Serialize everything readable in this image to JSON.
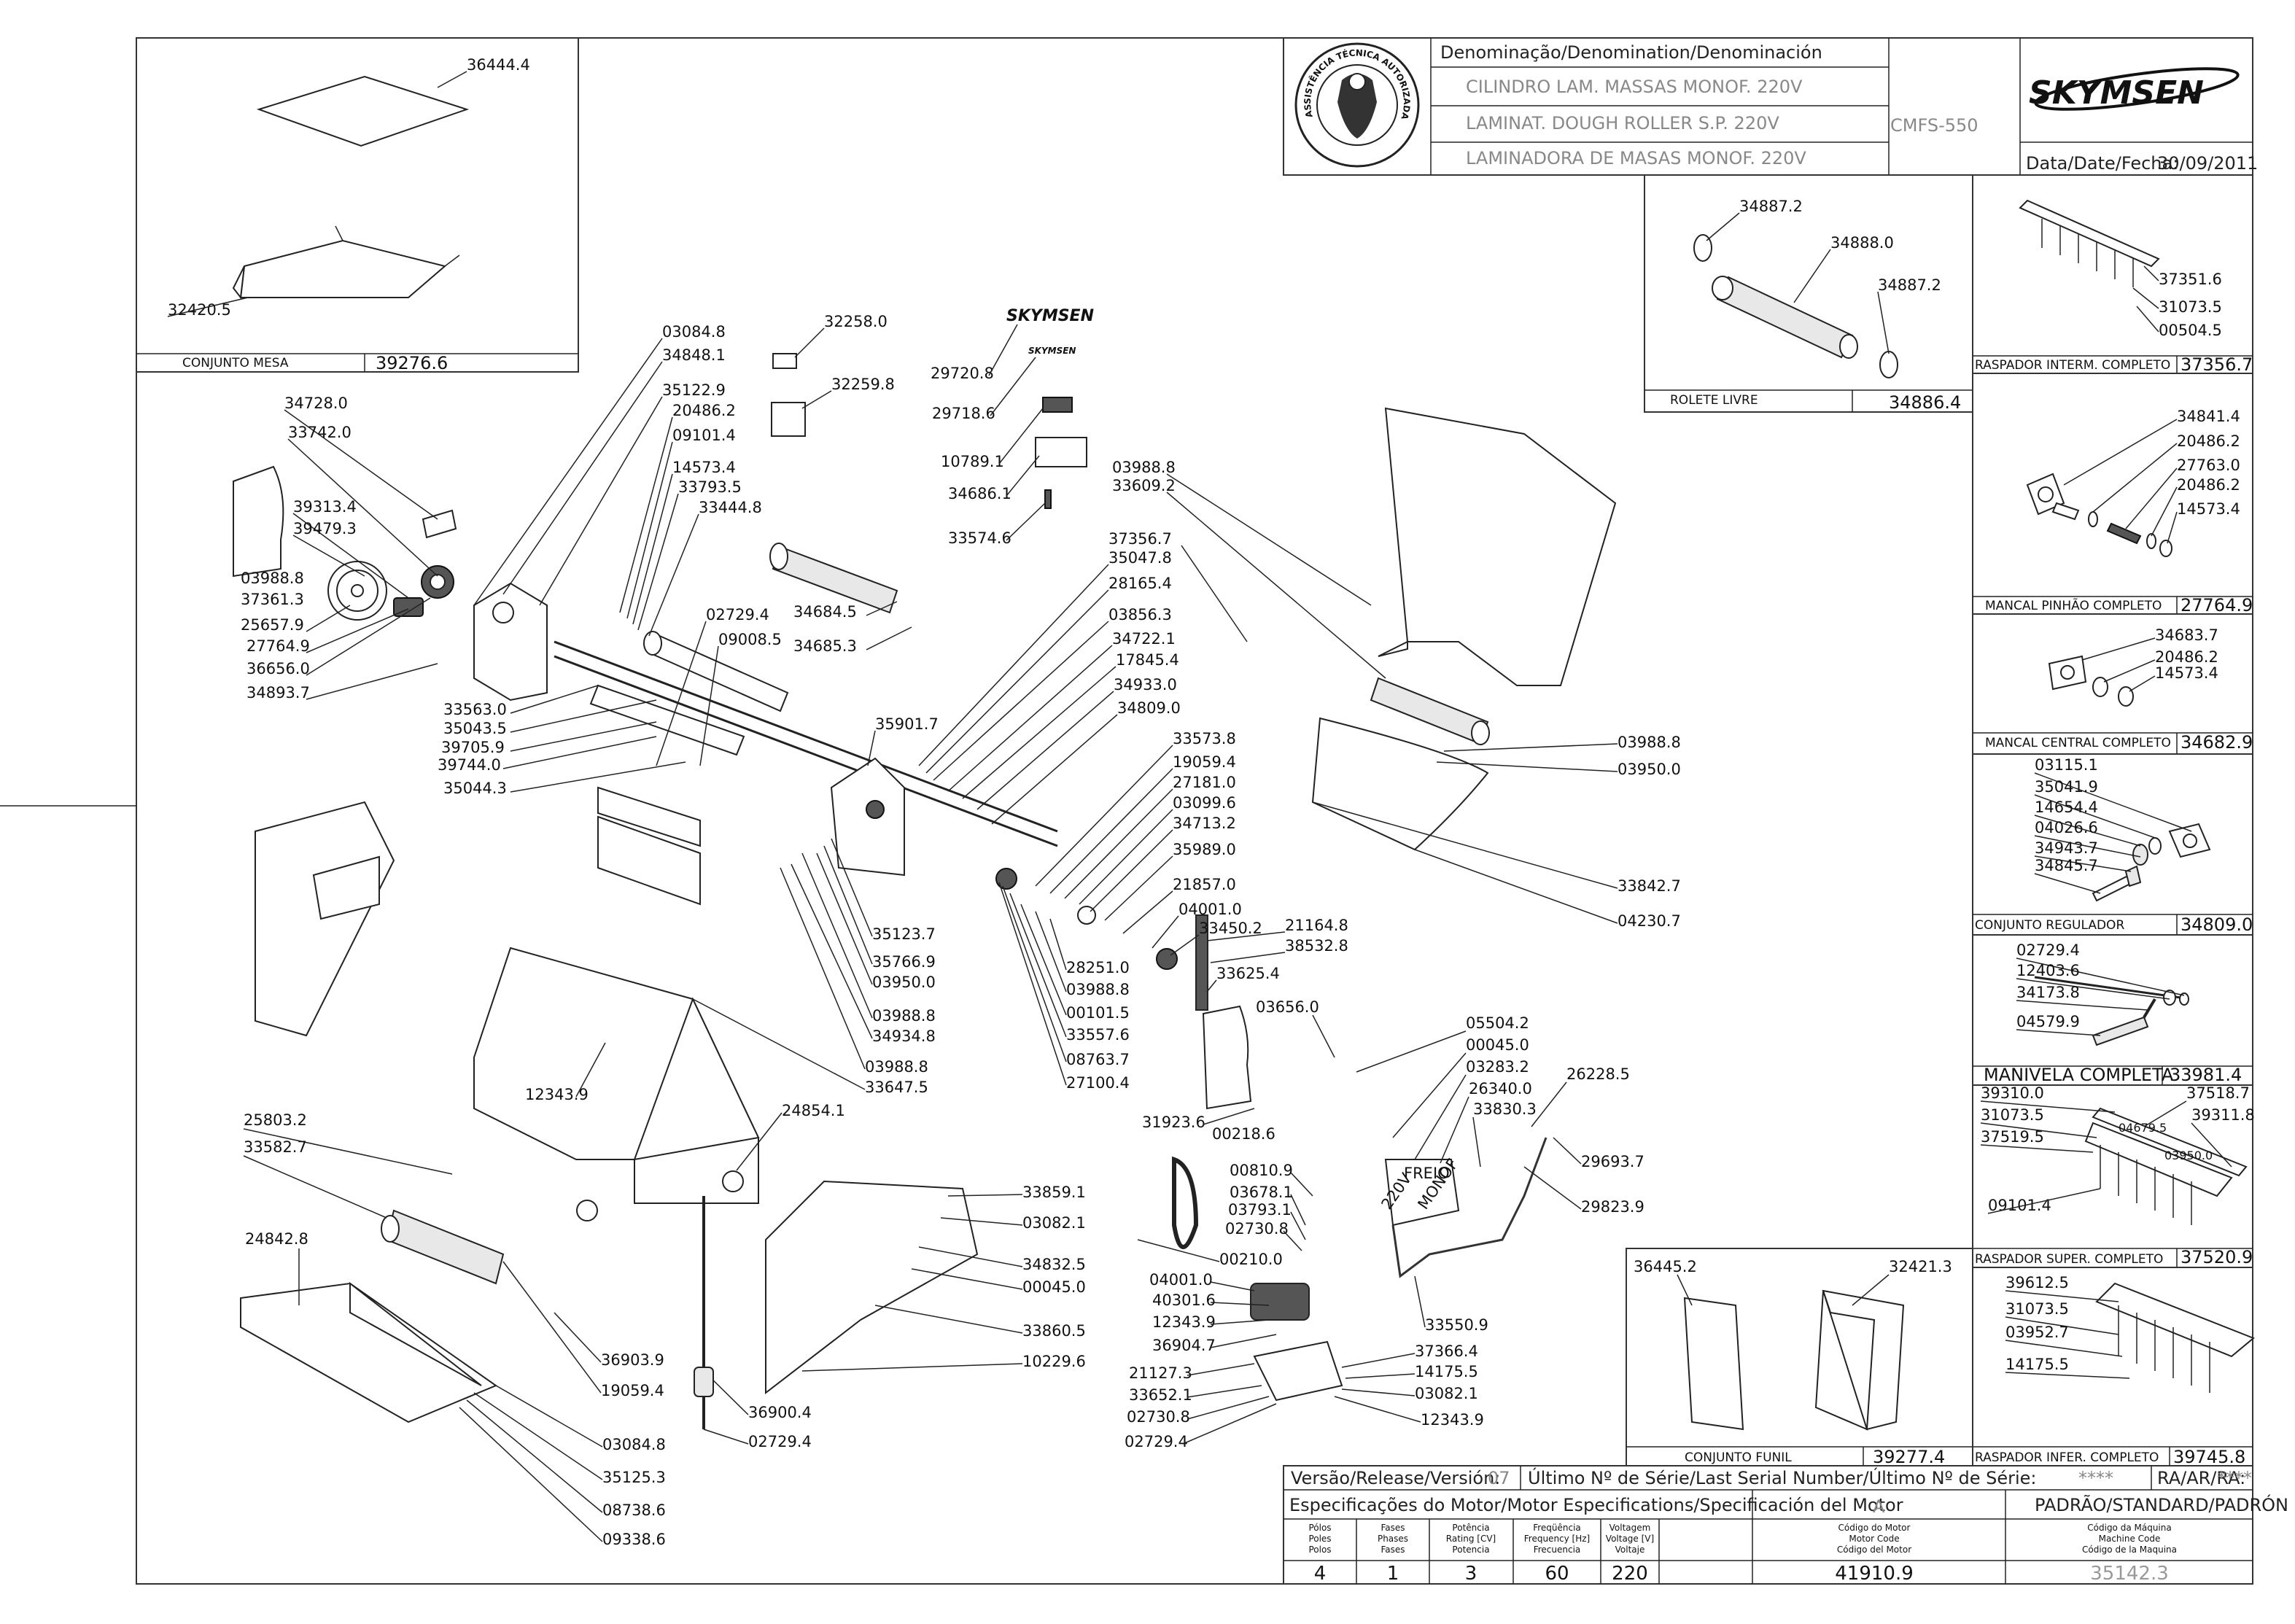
{
  "title_block": {
    "denomination_header": "Denominação/Denomination/Denominación",
    "name_pt": "CILINDRO LAM. MASSAS MONOF. 220V",
    "name_en": "LAMINAT. DOUGH ROLLER S.P. 220V",
    "name_es": "LAMINADORA DE MASAS MONOF. 220V",
    "model": "CMFS-550",
    "brand": "SKYMSEN",
    "date_label": "Data/Date/Fecha:",
    "date_value": "30/09/2011",
    "seal_text": "ASSISTÊNCIA TÉCNICA AUTORIZADA"
  },
  "footer": {
    "version_label": "Versão/Release/Versión:",
    "version_value": "07",
    "last_serial_label": "Último Nº de Série/Last Serial Number/Último Nº de Série:",
    "last_serial_value": "****",
    "ra_label": "RA/AR/RA:",
    "ra_value": "****",
    "motor_spec_label": "Especificações do Motor/Motor Especifications/Specificación del Motor",
    "voltage_letter": "A",
    "standard_label": "PADRÃO/STANDARD/PADRÓN",
    "columns": [
      {
        "h1": "Pólos",
        "h2": "Poles",
        "h3": "Polos",
        "value": "4"
      },
      {
        "h1": "Fases",
        "h2": "Phases",
        "h3": "Fases",
        "value": "1"
      },
      {
        "h1": "Potência",
        "h2": "Rating [CV]",
        "h3": "Potencia",
        "value": "3"
      },
      {
        "h1": "Freqüência",
        "h2": "Frequency [Hz]",
        "h3": "Frecuencia",
        "value": "60"
      },
      {
        "h1": "Voltagem",
        "h2": "Voltage [V]",
        "h3": "Voltaje",
        "value": "220"
      },
      {
        "h1": "Código do Motor",
        "h2": "Motor Code",
        "h3": "Código del Motor",
        "value": "41910.9"
      },
      {
        "h1": "Código da Máquina",
        "h2": "Machine Code",
        "h3": "Código de la Maquina",
        "value": "35142.3"
      }
    ]
  },
  "subassemblies": {
    "conjunto_mesa": {
      "caption": "CONJUNTO MESA",
      "code": "39276.6",
      "parts": [
        "36444.4",
        "32420.5"
      ]
    },
    "rolete_livre": {
      "caption": "ROLETE LIVRE",
      "code": "34886.4",
      "parts": [
        "34887.2",
        "34888.0",
        "34887.2"
      ]
    },
    "raspador_interm": {
      "caption": "RASPADOR INTERM. COMPLETO",
      "code": "37356.7",
      "parts": [
        "37351.6",
        "31073.5",
        "00504.5"
      ]
    },
    "mancal_pinhao": {
      "caption": "MANCAL PINHÃO COMPLETO",
      "code": "27764.9",
      "parts": [
        "34841.4",
        "20486.2",
        "27763.0",
        "20486.2",
        "14573.4"
      ]
    },
    "mancal_central": {
      "caption": "MANCAL CENTRAL COMPLETO",
      "code": "34682.9",
      "parts": [
        "34683.7",
        "20486.2",
        "14573.4"
      ]
    },
    "conjunto_regulador": {
      "caption": "CONJUNTO REGULADOR",
      "code": "34809.0",
      "parts": [
        "03115.1",
        "35041.9",
        "14654.4",
        "04026.6",
        "34943.7",
        "34845.7"
      ]
    },
    "manivela": {
      "caption": "MANIVELA COMPLETA",
      "code": "33981.4",
      "parts": [
        "02729.4",
        "12403.6",
        "34173.8",
        "04579.9"
      ]
    },
    "raspador_super": {
      "caption": "RASPADOR SUPER. COMPLETO",
      "code": "37520.9",
      "parts": [
        "39310.0",
        "37518.7",
        "31073.5",
        "04679.5",
        "39311.8",
        "37519.5",
        "03950.0",
        "09101.4"
      ]
    },
    "conjunto_funil": {
      "caption": "CONJUNTO FUNIL",
      "code": "39277.4",
      "parts": [
        "36445.2",
        "32421.3"
      ]
    },
    "raspador_infer": {
      "caption": "RASPADOR INFER. COMPLETO",
      "code": "39745.8",
      "parts": [
        "39612.5",
        "31073.5",
        "03952.7",
        "14175.5"
      ]
    }
  },
  "main_labels": {
    "left_upper": [
      "34728.0",
      "33742.0",
      "39313.4",
      "39479.3",
      "03988.8",
      "37361.3",
      "25657.9",
      "27764.9",
      "36656.0",
      "34893.7"
    ],
    "center_top_col": [
      "03084.8",
      "34848.1",
      "35122.9",
      "20486.2",
      "09101.4",
      "14573.4",
      "33793.5",
      "33444.8"
    ],
    "center_left_col": [
      "33563.0",
      "35043.5",
      "39705.9",
      "39744.0",
      "35044.3"
    ],
    "center_mid": [
      "02729.4",
      "09008.5",
      "34684.5",
      "34685.3",
      "35901.7"
    ],
    "stickers": [
      "32258.0",
      "32259.8",
      "29720.8",
      "29718.6",
      "10789.1",
      "34686.1",
      "33574.6"
    ],
    "cover_labels": [
      "03988.8",
      "33609.2",
      "03988.8",
      "03950.0",
      "33842.7",
      "04230.7"
    ],
    "shaft_col": [
      "37356.7",
      "35047.8",
      "28165.4",
      "03856.3",
      "34722.1",
      "17845.4",
      "34933.0",
      "34809.0"
    ],
    "bearing_col": [
      "33573.8",
      "19059.4",
      "27181.0",
      "03099.6",
      "34713.2",
      "35989.0",
      "21857.0",
      "04001.0",
      "33450.2",
      "21164.8",
      "38532.8",
      "33625.4"
    ],
    "lower_center_col": [
      "35123.7",
      "35766.9",
      "03950.0",
      "03988.8",
      "34934.8",
      "03988.8",
      "33647.5"
    ],
    "chain_col": [
      "28251.0",
      "03988.8",
      "00101.5",
      "33557.6",
      "08763.7",
      "27100.4"
    ],
    "base": [
      "12343.9",
      "24854.1",
      "25803.2",
      "33582.7",
      "24842.8",
      "36903.9",
      "19059.4",
      "03084.8",
      "35125.3",
      "08738.6",
      "09338.6",
      "36900.4",
      "02729.4"
    ],
    "guards": [
      "33859.1",
      "03082.1",
      "34832.5",
      "00045.0",
      "33860.5",
      "10229.6"
    ],
    "motor_left": [
      "03656.0",
      "31923.6",
      "00218.6",
      "00810.9",
      "03678.1",
      "03793.1",
      "02730.8",
      "00210.0",
      "04001.0",
      "40301.6",
      "12343.9",
      "36904.7",
      "21127.3",
      "33652.1",
      "02730.8",
      "02729.4"
    ],
    "motor_right": [
      "05504.2",
      "00045.0",
      "03283.2",
      "26340.0",
      "33830.3",
      "26228.5",
      "29693.7",
      "29823.9",
      "33550.9",
      "37366.4",
      "14175.5",
      "03082.1",
      "12343.9"
    ],
    "motor_box": [
      "FREIO",
      "220V",
      "MONOF"
    ]
  }
}
